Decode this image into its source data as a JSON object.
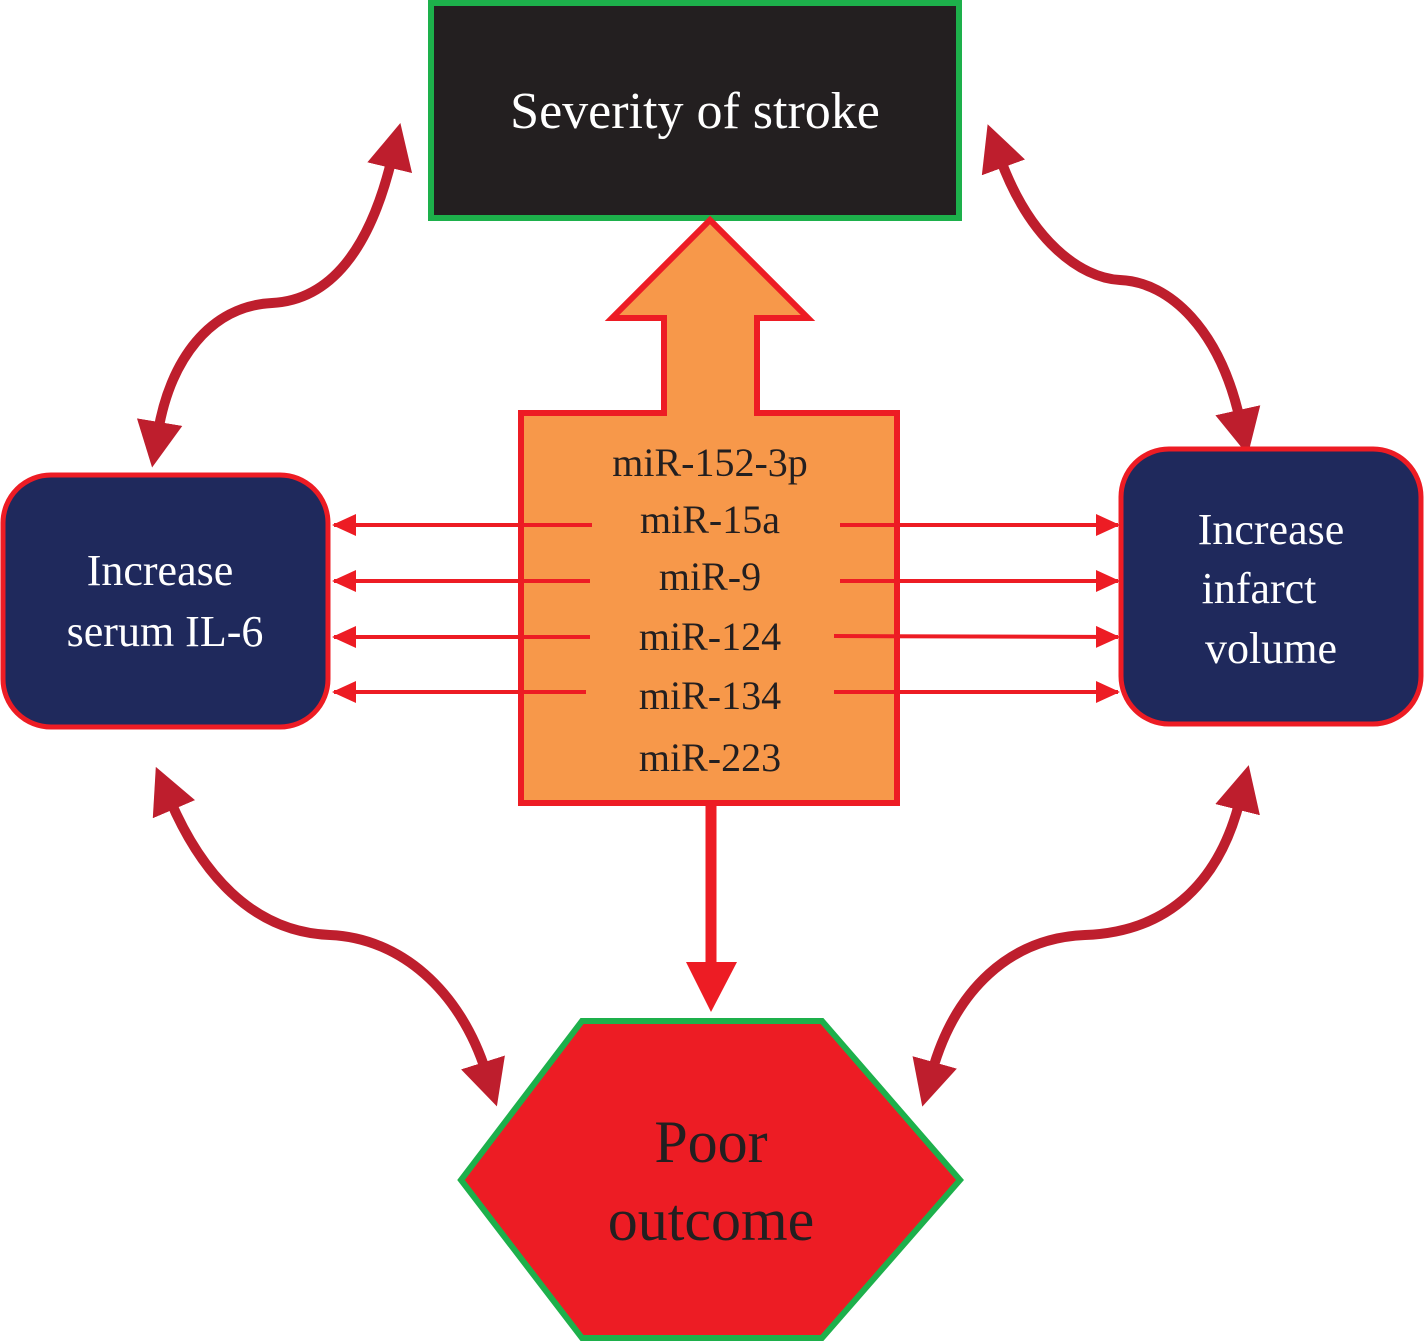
{
  "diagram": {
    "nodes": {
      "severity": {
        "label": "Severity of stroke",
        "fill": "#231f20",
        "border": "#1db04b",
        "text_color": "#ffffff"
      },
      "il6": {
        "lines": [
          "Increase",
          "serum IL-6"
        ],
        "fill": "#1f295c",
        "border": "#ed1c24",
        "text_color": "#ffffff"
      },
      "infarct": {
        "lines": [
          "Increase",
          "infarct",
          "volume"
        ],
        "fill": "#1f295c",
        "border": "#ed1c24",
        "text_color": "#ffffff"
      },
      "mirna": {
        "items": [
          "miR-152-3p",
          "miR-15a",
          "miR-9",
          "miR-124",
          "miR-134",
          "miR-223"
        ],
        "fill": "#f7984a",
        "border": "#ed1c24",
        "text_color": "#231f20"
      },
      "outcome": {
        "lines": [
          "Poor",
          "outcome"
        ],
        "fill": "#ed1c24",
        "border": "#1db04b",
        "text_color": "#231f20"
      }
    },
    "edges": [
      {
        "from": "mirna",
        "to": "severity",
        "type": "block-arrow"
      },
      {
        "from": "mirna",
        "to": "outcome",
        "type": "arrow"
      },
      {
        "from": "mirna",
        "to": "il6",
        "type": "arrow",
        "count": 4
      },
      {
        "from": "mirna",
        "to": "infarct",
        "type": "arrow",
        "count": 4
      },
      {
        "from": "severity",
        "to": "il6",
        "type": "bidirectional-curve"
      },
      {
        "from": "severity",
        "to": "infarct",
        "type": "bidirectional-curve"
      },
      {
        "from": "il6",
        "to": "outcome",
        "type": "bidirectional-curve"
      },
      {
        "from": "infarct",
        "to": "outcome",
        "type": "bidirectional-curve"
      }
    ],
    "colors": {
      "curve_arrow": "#be1e2d",
      "straight_arrow": "#ed1c24"
    }
  }
}
